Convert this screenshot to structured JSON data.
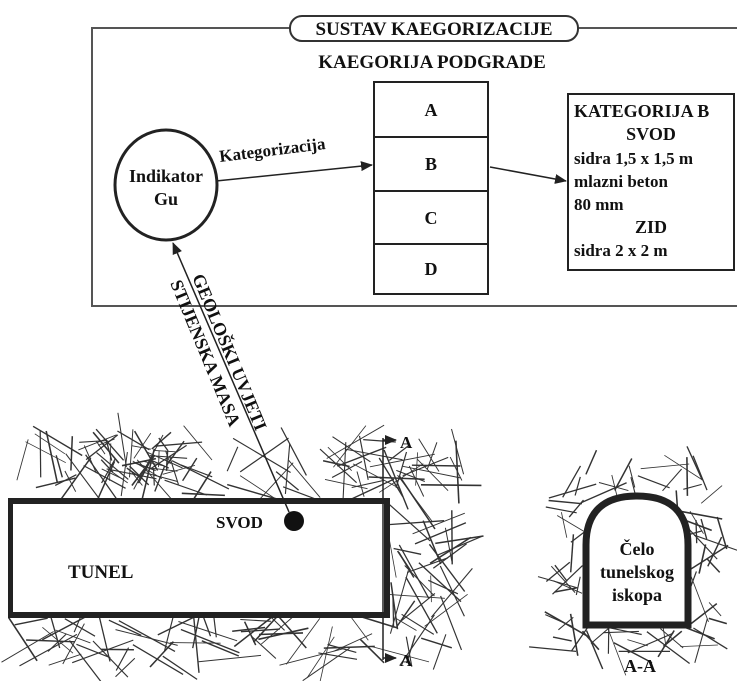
{
  "system": {
    "title": "SUSTAV KAEGORIZACIJE",
    "subtitle": "KAEGORIJA PODGRADE"
  },
  "indicator": {
    "line1": "Indikator",
    "line2": "Gu"
  },
  "arrow_label": "Kategorizacija",
  "categories": [
    "A",
    "B",
    "C",
    "D"
  ],
  "result": {
    "title": "KATEGORIJA B",
    "svod_heading": "SVOD",
    "svod_lines": [
      "sidra 1,5 x 1,5 m",
      "mlazni beton",
      "80 mm"
    ],
    "zid_heading": "ZID",
    "zid_lines": [
      "sidra 2 x 2 m"
    ]
  },
  "diagonal_labels": {
    "line1": "GEOLOŠKI UVJETI",
    "line2": "STIJENSKA MASA"
  },
  "tunnel": {
    "label": "TUNEL",
    "point_label": "SVOD",
    "section_marker_top": "A",
    "section_marker_bottom": "A"
  },
  "face": {
    "lines": [
      "Čelo",
      "tunelskog",
      "iskopa"
    ],
    "section_label": "A-A"
  },
  "colors": {
    "ink": "#111111",
    "frame": "#555555",
    "background": "#ffffff"
  }
}
